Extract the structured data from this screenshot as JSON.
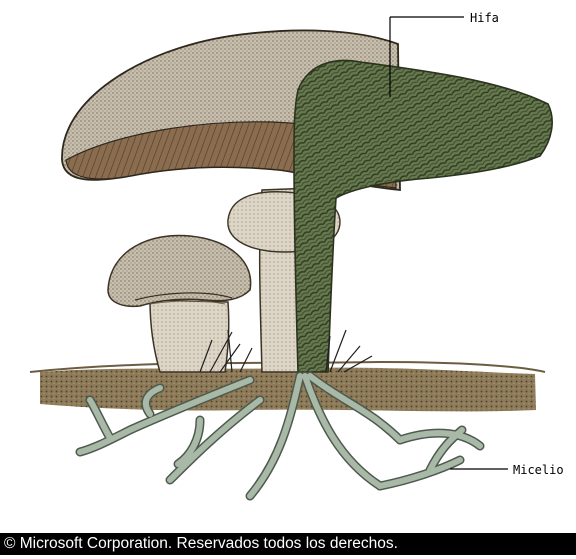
{
  "labels": {
    "hyphae": "Hifa",
    "mycelium": "Micelio"
  },
  "copyright": "© Microsoft Corporation. Reservados todos los derechos.",
  "colors": {
    "cap_tan": "#b7a88f",
    "gill_brown": "#7a5f45",
    "hyphae_green": "#5e7046",
    "mycelium_green": "#a6b7a4",
    "soil_brown": "#7a6a4d"
  }
}
